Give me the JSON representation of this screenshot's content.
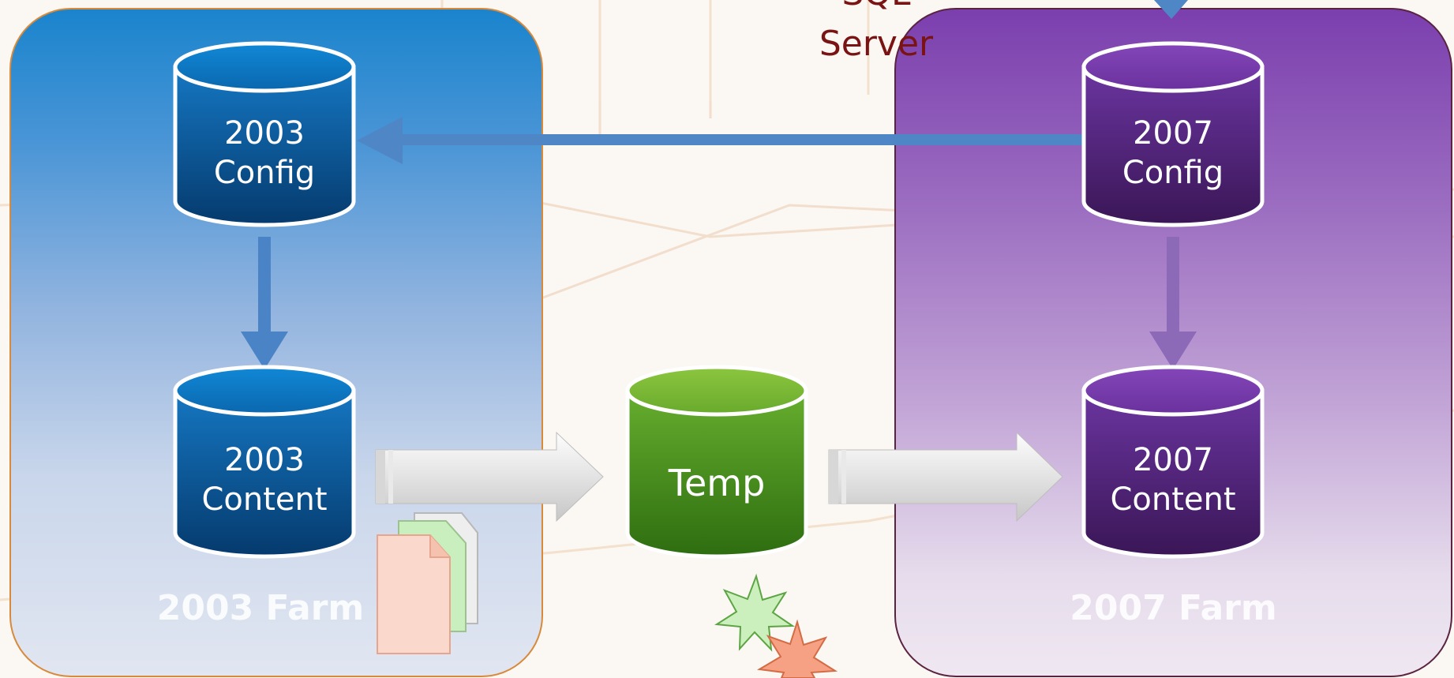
{
  "sql_server": {
    "label_line1": "SQL",
    "label_line2": "Server"
  },
  "farms": {
    "farm_2003": {
      "label": "2003 Farm",
      "accent": "#1a84cd"
    },
    "farm_2007": {
      "label": "2007 Farm",
      "accent": "#7b3fae"
    }
  },
  "databases": {
    "config_2003": {
      "line1": "2003",
      "line2": "Config"
    },
    "content_2003": {
      "line1": "2003",
      "line2": "Content"
    },
    "temp": {
      "line1": "Temp"
    },
    "config_2007": {
      "line1": "2007",
      "line2": "Config"
    },
    "content_2007": {
      "line1": "2007",
      "line2": "Content"
    }
  },
  "colors": {
    "blue_db": "#0a5c9c",
    "purple_db": "#5c2c86",
    "green_db": "#4e9a1f",
    "sql_text": "#7a1414"
  },
  "icons": [
    "documents-icon",
    "green-star-icon",
    "orange-star-icon"
  ]
}
